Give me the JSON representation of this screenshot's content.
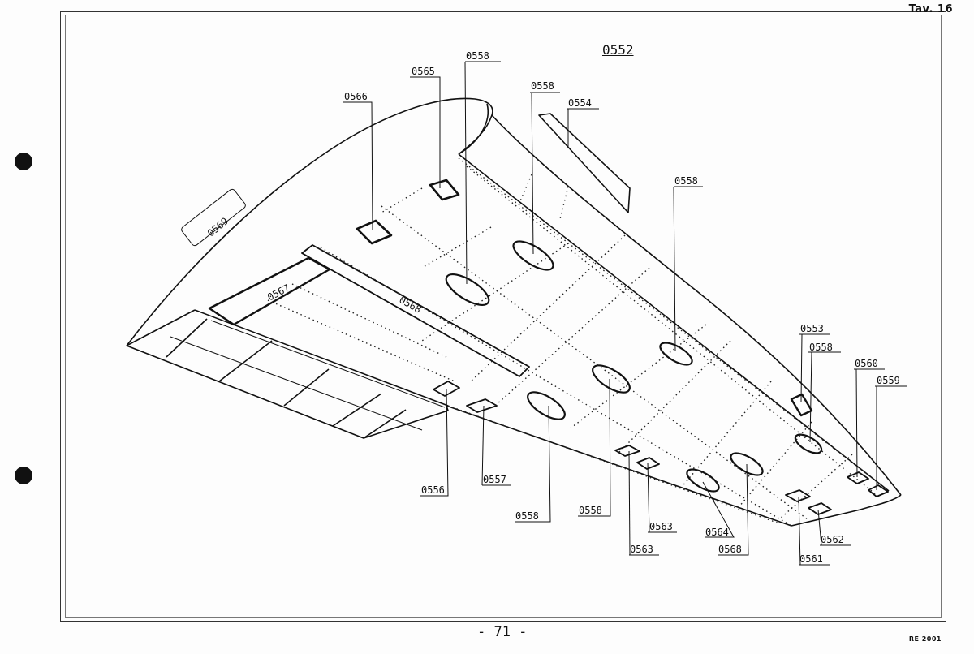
{
  "plate_label": "Tav. 16",
  "assembly_number": "0552",
  "page_number": "- 71 -",
  "document_code": "RE 2001",
  "callouts": {
    "c0553": "0553",
    "c0554": "0554",
    "c0556": "0556",
    "c0557": "0557",
    "c0558_top1": "0558",
    "c0558_top2": "0558",
    "c0558_top3": "0558",
    "c0558_right": "0558",
    "c0558_bottom1": "0558",
    "c0558_bottom2": "0558",
    "c0559": "0559",
    "c0560": "0560",
    "c0561": "0561",
    "c0562": "0562",
    "c0563_a": "0563",
    "c0563_b": "0563",
    "c0564": "0564",
    "c0565": "0565",
    "c0566": "0566",
    "c0567": "0567",
    "c0568_panel": "0568",
    "c0568_bottom": "0568",
    "c0569": "0569"
  }
}
